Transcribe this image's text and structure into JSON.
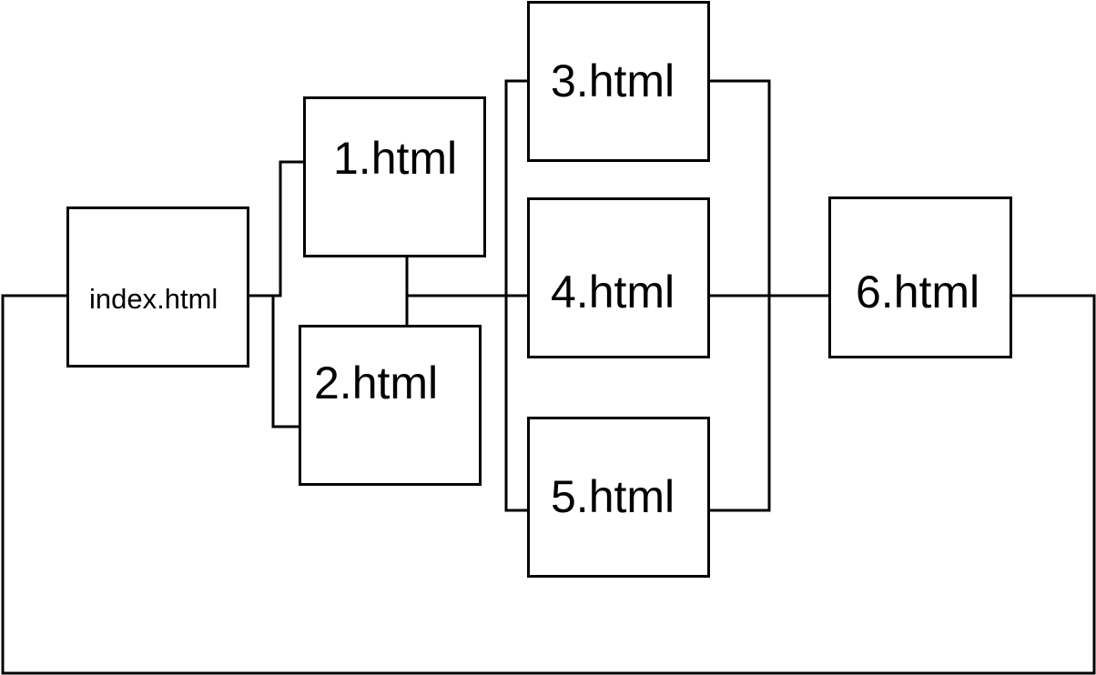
{
  "diagram": {
    "nodes": [
      {
        "id": "index",
        "label": "index.html"
      },
      {
        "id": "p1",
        "label": "1.html"
      },
      {
        "id": "p2",
        "label": "2.html"
      },
      {
        "id": "p3",
        "label": "3.html"
      },
      {
        "id": "p4",
        "label": "4.html"
      },
      {
        "id": "p5",
        "label": "5.html"
      },
      {
        "id": "p6",
        "label": "6.html"
      }
    ],
    "edges": [
      {
        "from": "index",
        "to": "p1"
      },
      {
        "from": "index",
        "to": "p2"
      },
      {
        "from": "p1",
        "to": "p2"
      },
      {
        "from": "p1",
        "to": "p3"
      },
      {
        "from": "p1",
        "to": "p4"
      },
      {
        "from": "p1",
        "to": "p5"
      },
      {
        "from": "p3",
        "to": "p6"
      },
      {
        "from": "p4",
        "to": "p6"
      },
      {
        "from": "p5",
        "to": "p6"
      },
      {
        "from": "p6",
        "to": "index"
      }
    ],
    "colors": {
      "line": "#000000",
      "node_border": "#000000",
      "node_fill": "#ffffff",
      "background": "#ffffff"
    }
  }
}
